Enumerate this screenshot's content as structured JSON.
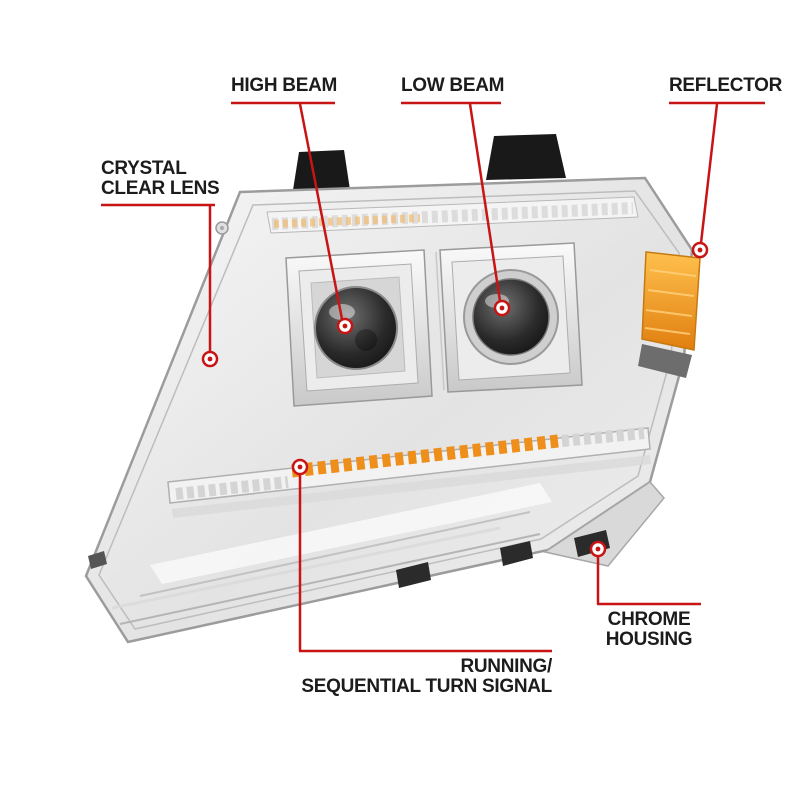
{
  "image": {
    "background_color": "#ffffff",
    "accent_color": "#c81414",
    "amber_color": "#ee8f1c",
    "text_color": "#1c1c1c"
  },
  "callouts": {
    "high_beam": {
      "label": "HIGH BEAM"
    },
    "low_beam": {
      "label": "LOW BEAM"
    },
    "reflector": {
      "label": "REFLECTOR"
    },
    "crystal_clear_lens": {
      "line1": "CRYSTAL",
      "line2": "CLEAR LENS"
    },
    "chrome_housing": {
      "line1": "CHROME",
      "line2": "HOUSING"
    },
    "running_sequential_turn_signal": {
      "line1": "RUNNING/",
      "line2": "SEQUENTIAL TURN SIGNAL"
    }
  }
}
